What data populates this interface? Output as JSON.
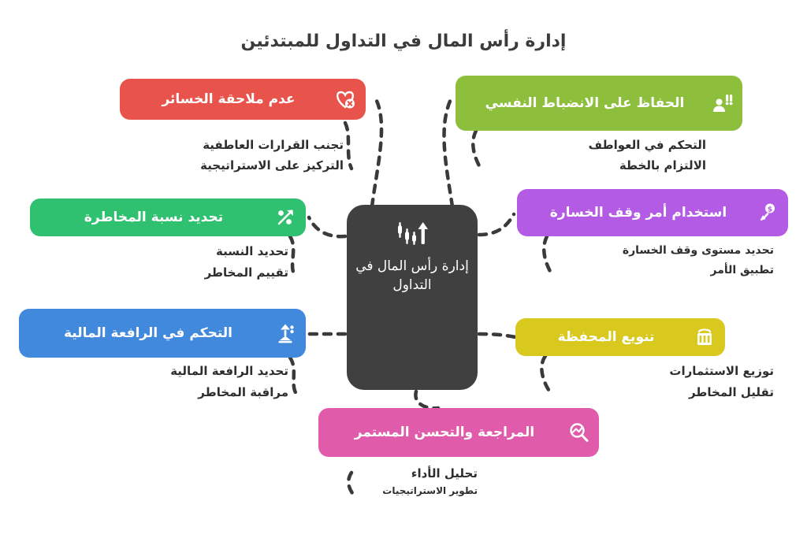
{
  "title": "إدارة رأس المال في التداول للمبتدئين",
  "center": {
    "label": "إدارة رأس المال في التداول",
    "icon": "candlestick-chart-icon",
    "color": "#404040"
  },
  "branches": [
    {
      "id": "chasing-losses",
      "label": "عدم ملاحقة الخسائر",
      "icon": "heart-broken-icon",
      "color": "#E8544C",
      "subs": [
        "تجنب القرارات العاطفية",
        "التركيز على الاستراتيجية"
      ]
    },
    {
      "id": "psychological-discipline",
      "label": "الحفاظ على الانضباط النفسي",
      "icon": "person-discipline-icon",
      "color": "#8DBF3C",
      "subs": [
        "التحكم في العواطف",
        "الالتزام بالخطة"
      ]
    },
    {
      "id": "risk-ratio",
      "label": "تحديد نسبة المخاطرة",
      "icon": "percent-arrow-icon",
      "color": "#2FC16F",
      "subs": [
        "تحديد النسبة",
        "تقييم المخاطر"
      ]
    },
    {
      "id": "stop-loss-order",
      "label": "استخدام أمر وقف الخسارة",
      "icon": "money-down-arrow-icon",
      "color": "#B45BE6",
      "subs": [
        "تحديد مستوى وقف الخسارة",
        "تطبيق الأمر"
      ]
    },
    {
      "id": "leverage-control",
      "label": "التحكم في الرافعة المالية",
      "icon": "scale-balance-icon",
      "color": "#4189DD",
      "subs": [
        "تحديد الرافعة المالية",
        "مراقبة المخاطر"
      ]
    },
    {
      "id": "portfolio-diversification",
      "label": "تنويع المحفظة",
      "icon": "briefcase-bars-icon",
      "color": "#D9C81E",
      "subs": [
        "توزيع الاستثمارات",
        "تقليل المخاطر"
      ]
    },
    {
      "id": "review-improvement",
      "label": "المراجعة والتحسن المستمر",
      "icon": "magnifier-chart-icon",
      "color": "#E05CAB",
      "subs": [
        "تحليل الأداء",
        "تطوير الاستراتيجيات"
      ]
    }
  ],
  "connector": {
    "color": "#3a3a3a",
    "style": "dashed"
  }
}
